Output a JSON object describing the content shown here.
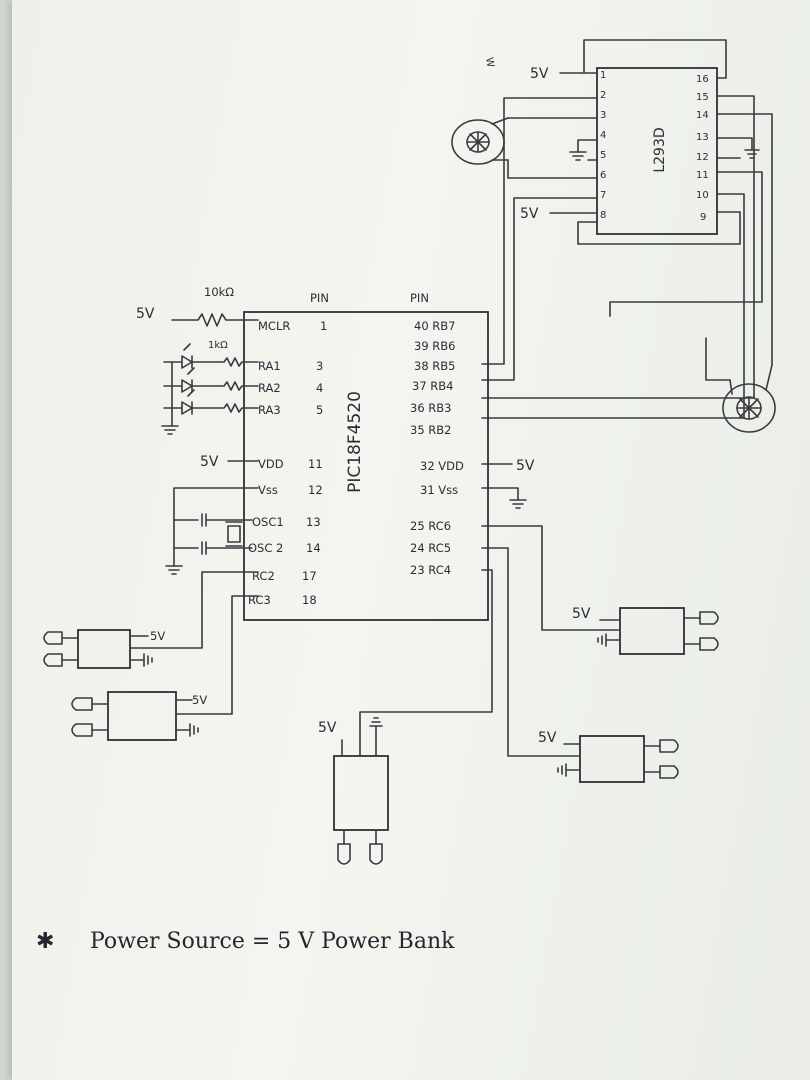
{
  "pic": {
    "name": "PIC18F4520",
    "pin_header": "PIN",
    "left_pins": [
      {
        "label": "MCLR",
        "num": "1"
      },
      {
        "label": "RA1",
        "num": "3"
      },
      {
        "label": "RA2",
        "num": "4"
      },
      {
        "label": "RA3",
        "num": "5"
      },
      {
        "label": "VDD",
        "num": "11"
      },
      {
        "label": "Vss",
        "num": "12"
      },
      {
        "label": "OSC1",
        "num": "13"
      },
      {
        "label": "OSC 2",
        "num": "14"
      },
      {
        "label": "RC2",
        "num": "17"
      },
      {
        "label": "RC3",
        "num": "18"
      }
    ],
    "right_pins": [
      {
        "label": "40 RB7"
      },
      {
        "label": "39 RB6"
      },
      {
        "label": "38 RB5"
      },
      {
        "label": "37 RB4"
      },
      {
        "label": "36 RB3"
      },
      {
        "label": "35 RB2"
      },
      {
        "label": "32 VDD"
      },
      {
        "label": "31 Vss"
      },
      {
        "label": "25 RC6"
      },
      {
        "label": "24 RC5"
      },
      {
        "label": "23 RC4"
      }
    ]
  },
  "driver": {
    "name": "L293D",
    "left_nums": [
      "1",
      "2",
      "3",
      "4",
      "5",
      "6",
      "7",
      "8"
    ],
    "right_nums": [
      "16",
      "15",
      "14",
      "13",
      "12",
      "11",
      "10",
      "9"
    ]
  },
  "labels": {
    "v5": "5V",
    "r_mclr": "10kΩ",
    "r_led": "1kΩ",
    "corner_mark": "W"
  },
  "footnote": {
    "star": "✱",
    "text": "Power Source = 5 V Power Bank"
  }
}
